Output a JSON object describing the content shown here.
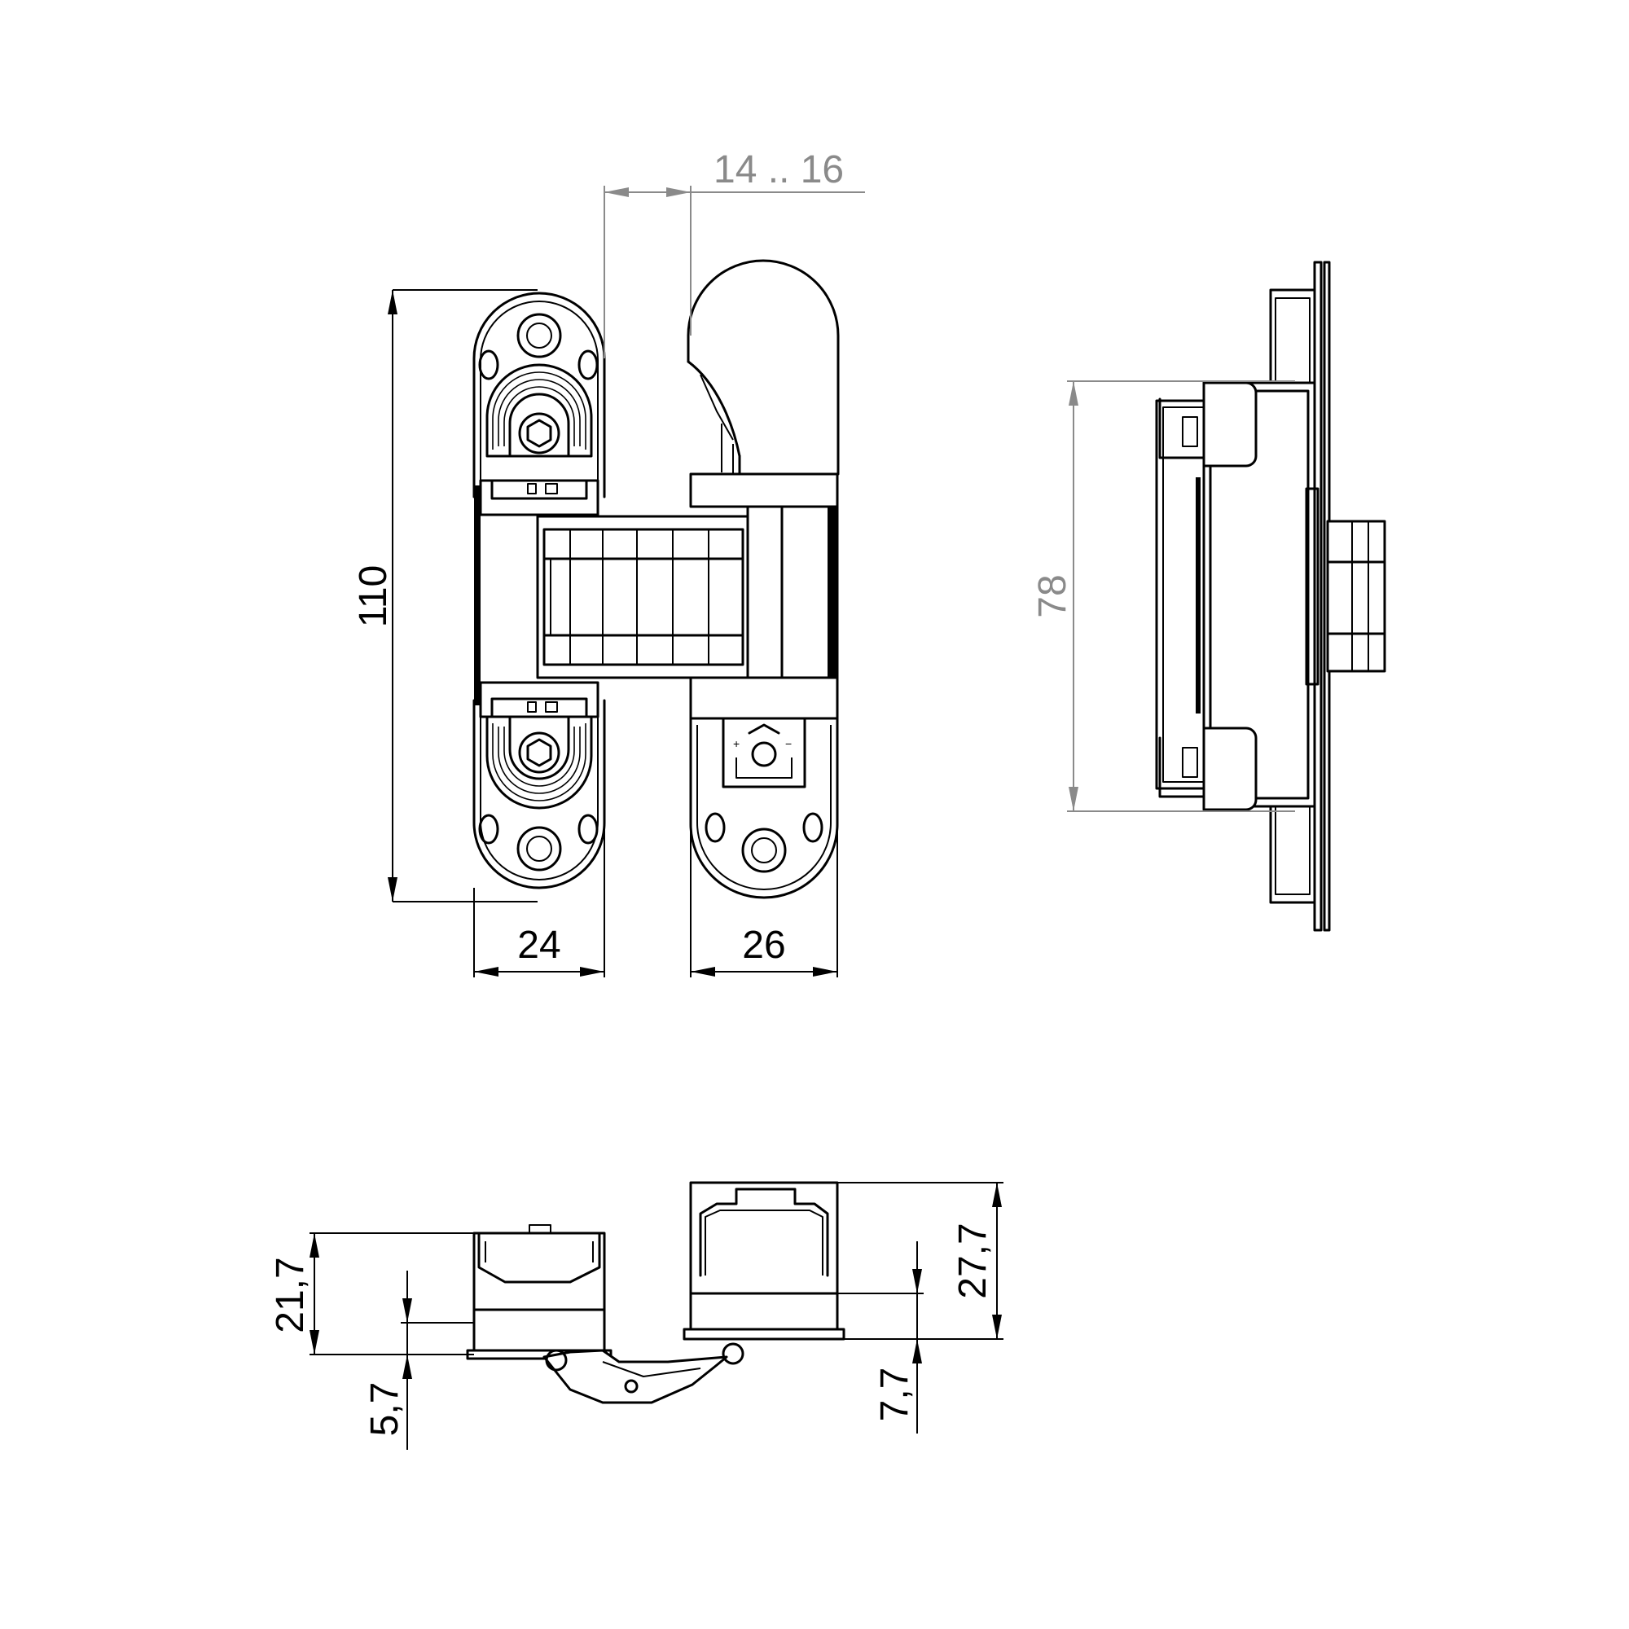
{
  "dimensions": {
    "height_total": "110",
    "width_left": "24",
    "width_right": "26",
    "gap_range": "14 .. 16",
    "side_height": "78",
    "bottom_left_height": "21,7",
    "bottom_left_offset": "5,7",
    "bottom_right_height": "27,7",
    "bottom_right_offset": "7,7"
  },
  "adjust_symbols": {
    "plus": "+",
    "minus": "−"
  }
}
